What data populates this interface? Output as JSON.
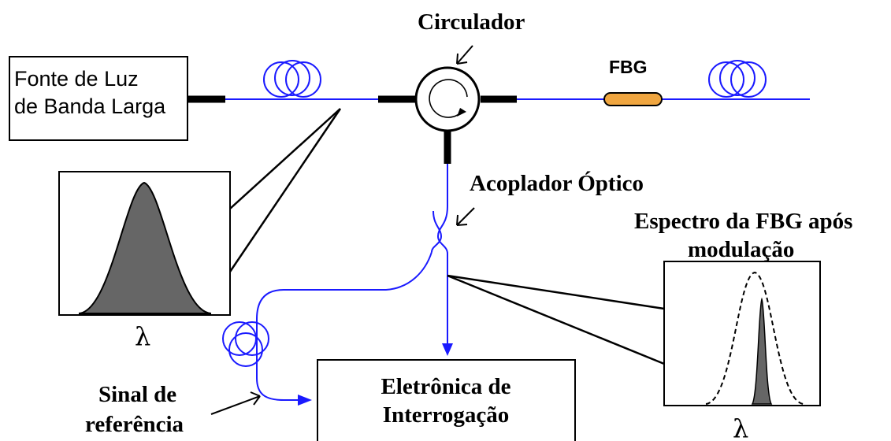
{
  "labels": {
    "circulator": "Circulador",
    "fbg": "FBG",
    "source_line1": "Fonte de Luz",
    "source_line2": "de Banda Larga",
    "coupler": "Acoplador Óptico",
    "spectrum_title_line1": "Espectro da FBG após",
    "spectrum_title_line2": "modulação",
    "reference_line1": "Sinal de",
    "reference_line2": "referência",
    "electronics_line1": "Eletrônica de",
    "electronics_line2": "Interrogação",
    "lambda_left": "λ",
    "lambda_right": "λ"
  },
  "colors": {
    "fiber": "#1a1aff",
    "fbg_fill": "#f0a640",
    "peak_fill": "#666666",
    "line": "#000000"
  }
}
